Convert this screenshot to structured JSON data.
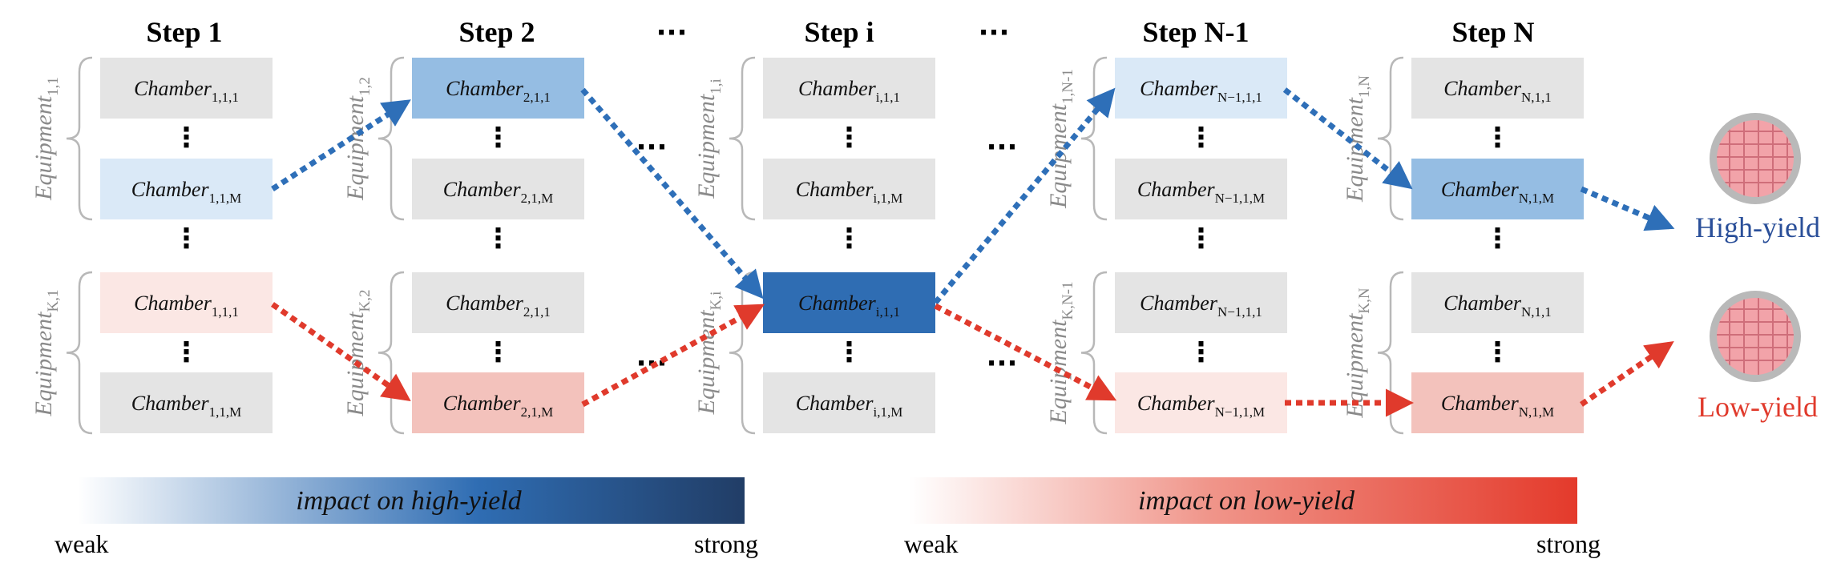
{
  "steps": [
    {
      "label": "Step 1"
    },
    {
      "label": "Step 2"
    },
    {
      "label": "Step i"
    },
    {
      "label": "Step N-1"
    },
    {
      "label": "Step N"
    }
  ],
  "ellipsis": "···",
  "vdots": "⋮",
  "chamber_word": "Chamber",
  "equipment_word": "Equipment",
  "columns": [
    {
      "equip_top_sub": "1,1",
      "equip_bottom_sub": "K,1",
      "chambers": [
        {
          "sub": "1,1,1",
          "fill": "#e4e4e4"
        },
        {
          "sub": "1,1,M",
          "fill": "#dae9f7"
        },
        {
          "sub": "1,1,1",
          "fill": "#fbe7e4"
        },
        {
          "sub": "1,1,M",
          "fill": "#e4e4e4"
        }
      ]
    },
    {
      "equip_top_sub": "1,2",
      "equip_bottom_sub": "K,2",
      "chambers": [
        {
          "sub": "2,1,1",
          "fill": "#95bde3"
        },
        {
          "sub": "2,1,M",
          "fill": "#e4e4e4"
        },
        {
          "sub": "2,1,1",
          "fill": "#e4e4e4"
        },
        {
          "sub": "2,1,M",
          "fill": "#f3c2bc"
        }
      ]
    },
    {
      "equip_top_sub": "1,i",
      "equip_bottom_sub": "K,i",
      "chambers": [
        {
          "sub": "i,1,1",
          "fill": "#e4e4e4"
        },
        {
          "sub": "i,1,M",
          "fill": "#e4e4e4"
        },
        {
          "sub": "i,1,1",
          "fill": "#2f6db3"
        },
        {
          "sub": "i,1,M",
          "fill": "#e4e4e4"
        }
      ]
    },
    {
      "equip_top_sub": "1,N-1",
      "equip_bottom_sub": "K,N-1",
      "chambers": [
        {
          "sub": "N−1,1,1",
          "fill": "#dae9f7"
        },
        {
          "sub": "N−1,1,M",
          "fill": "#e4e4e4"
        },
        {
          "sub": "N−1,1,1",
          "fill": "#e4e4e4"
        },
        {
          "sub": "N−1,1,M",
          "fill": "#fbe7e4"
        }
      ]
    },
    {
      "equip_top_sub": "1,N",
      "equip_bottom_sub": "K,N",
      "chambers": [
        {
          "sub": "N,1,1",
          "fill": "#e4e4e4"
        },
        {
          "sub": "N,1,M",
          "fill": "#95bde3"
        },
        {
          "sub": "N,1,1",
          "fill": "#e4e4e4"
        },
        {
          "sub": "N,1,M",
          "fill": "#f3c2bc"
        }
      ]
    }
  ],
  "outcomes": {
    "high": {
      "label": "High-yield",
      "color": "#2a4f99"
    },
    "low": {
      "label": "Low-yield",
      "color": "#e03a2c"
    }
  },
  "legend": {
    "high_bar": {
      "label": "impact on high-yield",
      "from": "#ffffff",
      "to": "#213d66"
    },
    "low_bar": {
      "label": "impact on low-yield",
      "from": "#ffffff",
      "to": "#e43a2b"
    },
    "weak": "weak",
    "strong": "strong"
  },
  "colors": {
    "blue_arrow": "#2e6fb8",
    "red_arrow": "#e03a2c",
    "brace": "#b8b8b8",
    "wafer_outer": "#b9b9b9",
    "wafer_inner": "#f2a3a9",
    "wafer_grid": "#cf6e7a"
  }
}
